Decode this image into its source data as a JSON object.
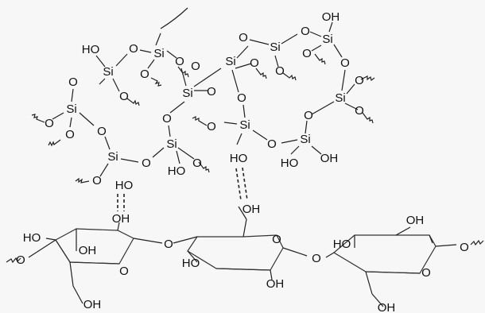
{
  "colors": {
    "background": "#f7f7f7",
    "ink": "#111111"
  },
  "labels": {
    "si": "Si",
    "o": "O",
    "oh": "OH",
    "ho": "HO"
  }
}
